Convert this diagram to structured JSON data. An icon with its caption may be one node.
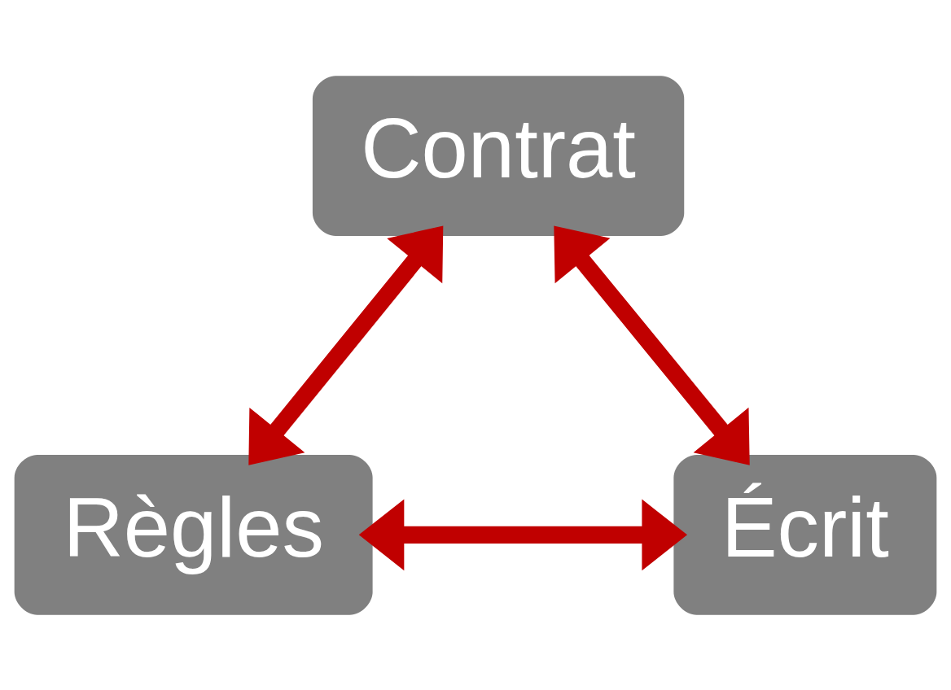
{
  "diagram": {
    "nodes": [
      {
        "text": [
          "Contrat"
        ]
      },
      {
        "text": [
          "Règles"
        ]
      },
      {
        "text": [
          "Écrit"
        ]
      }
    ],
    "edges": [
      {
        "from": 0,
        "to": 1,
        "arrow": "both"
      },
      {
        "from": 0,
        "to": 2,
        "arrow": "both"
      },
      {
        "from": 1,
        "to": 2,
        "arrow": "both"
      }
    ]
  }
}
